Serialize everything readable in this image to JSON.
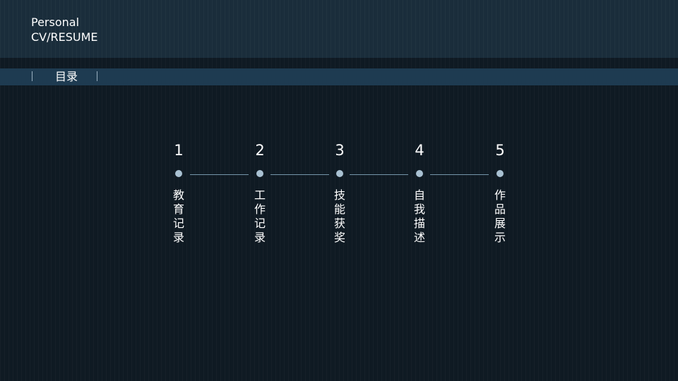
{
  "header": {
    "title_line1": "Personal",
    "title_line2": "CV/RESUME"
  },
  "nav": {
    "title": "目录"
  },
  "steps": [
    {
      "number": "1",
      "label": "教育记录"
    },
    {
      "number": "2",
      "label": "工作记录"
    },
    {
      "number": "3",
      "label": "技能获奖"
    },
    {
      "number": "4",
      "label": "自我描述"
    },
    {
      "number": "5",
      "label": "作品展示"
    }
  ],
  "colors": {
    "background": "#0f1a23",
    "header": "#1a2d3b",
    "nav_bar": "#1e3b51",
    "dot": "#a9c1d2",
    "connector": "#7596aa"
  }
}
